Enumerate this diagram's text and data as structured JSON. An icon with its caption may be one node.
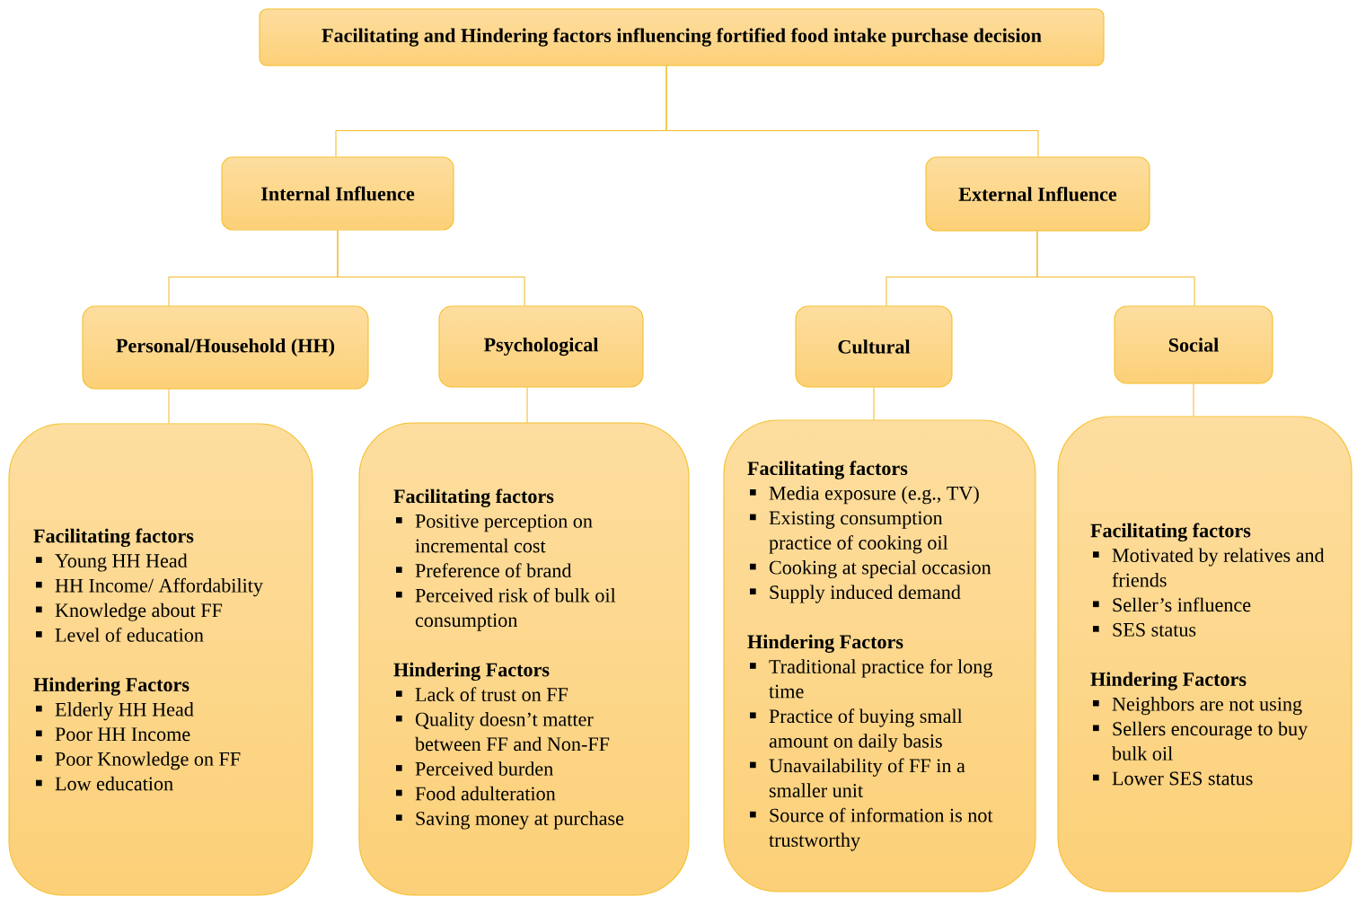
{
  "diagram": {
    "nodes": [
      {
        "text": [
          "Facilitating and Hindering factors influencing fortified food intake purchase decision"
        ]
      },
      {
        "text": [
          "Internal Influence"
        ]
      },
      {
        "text": [
          "External Influence"
        ]
      },
      {
        "text": [
          "Personal/Household (HH)"
        ]
      },
      {
        "text": [
          "Psychological"
        ]
      },
      {
        "text": [
          "Cultural"
        ]
      },
      {
        "text": [
          "Social"
        ]
      },
      {
        "text": [
          "Facilitating factors",
          "Young HH Head",
          "HH Income/ Affordability",
          "Knowledge about FF",
          "Level of education",
          "Hindering Factors",
          "Elderly HH Head",
          "Poor HH Income",
          "Poor Knowledge on FF",
          "Low education"
        ]
      },
      {
        "text": [
          "Facilitating factors",
          "Positive perception on incremental cost",
          "Preference of brand",
          "Perceived risk of bulk oil consumption",
          "Hindering Factors",
          "Lack of trust on FF",
          "Quality doesn’t matter between FF and Non-FF",
          "Perceived burden",
          "Food adulteration",
          "Saving money at purchase"
        ]
      },
      {
        "text": [
          "Facilitating factors",
          "Media exposure (e.g., TV)",
          "Existing consumption practice of cooking oil",
          "Cooking at special occasion",
          "Supply induced demand",
          "Hindering Factors",
          "Traditional practice for long time",
          "Practice of buying small amount on daily basis",
          "Unavailability of FF in a smaller unit",
          "Source of information is not trustworthy"
        ]
      },
      {
        "text": [
          "Facilitating factors",
          "Motivated by relatives and friends",
          "Seller’s influence",
          "SES status",
          "Hindering Factors",
          "Neighbors are not using",
          "Sellers encourage to buy bulk oil",
          "Lower SES status"
        ]
      }
    ],
    "edges": [
      {
        "from": 0,
        "to": 1,
        "arrow": "none"
      },
      {
        "from": 0,
        "to": 2,
        "arrow": "none"
      },
      {
        "from": 1,
        "to": 3,
        "arrow": "none"
      },
      {
        "from": 1,
        "to": 4,
        "arrow": "none"
      },
      {
        "from": 2,
        "to": 5,
        "arrow": "none"
      },
      {
        "from": 2,
        "to": 6,
        "arrow": "none"
      },
      {
        "from": 3,
        "to": 7,
        "arrow": "none"
      },
      {
        "from": 4,
        "to": 8,
        "arrow": "none"
      },
      {
        "from": 5,
        "to": 9,
        "arrow": "none"
      },
      {
        "from": 6,
        "to": 10,
        "arrow": "none"
      }
    ]
  }
}
